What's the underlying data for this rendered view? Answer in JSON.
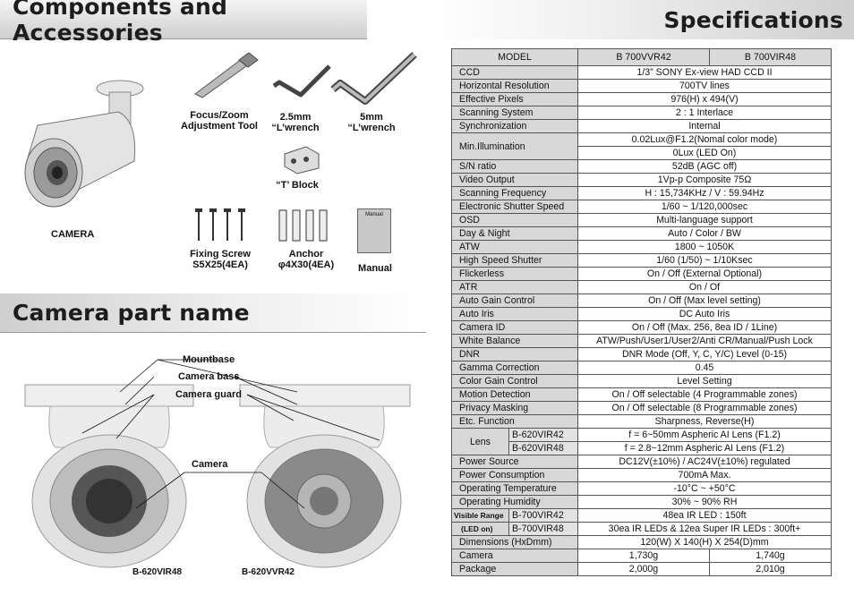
{
  "headers": {
    "components": "Components and Accessories",
    "specifications": "Specifications",
    "part_name": "Camera part name"
  },
  "components": {
    "camera": "CAMERA",
    "focus_tool": [
      "Focus/Zoom",
      "Adjustment Tool"
    ],
    "wrench25": [
      "2.5mm",
      "“L’wrench"
    ],
    "wrench5": [
      "5mm",
      "“L’wrench"
    ],
    "t_block": "“T’ Block",
    "fixing_screw": [
      "Fixing Screw",
      "S5X25(4EA)"
    ],
    "anchor": [
      "Anchor",
      "φ4X30(4EA)"
    ],
    "manual": "Manual",
    "manual_cover": "Manual"
  },
  "parts": {
    "mountbase": "Mountbase",
    "camera_bass": "Camera bass",
    "camera_guard": "Camera guard",
    "camera": "Camera",
    "model_left": "B-620VIR48",
    "model_right": "B-620VVR42"
  },
  "spec": {
    "model_label": "MODEL",
    "model_a": "B   700VVR42",
    "model_b": "B   700VIR48",
    "rows": [
      [
        "CCD",
        "1/3” SONY Ex-view HAD CCD II"
      ],
      [
        "Horizontal Resolution",
        "700TV lines"
      ],
      [
        "Effective Pixels",
        "976(H) x 494(V)"
      ],
      [
        "Scanning System",
        "2 : 1 Interlace"
      ],
      [
        "Synchronization",
        "Internal"
      ]
    ],
    "min_illum": {
      "label": "Min.Illumination",
      "v1": "0.02Lux@F1.2(Nomal color mode)",
      "v2": "0Lux (LED On)"
    },
    "rows2": [
      [
        "S/N ratio",
        "52dB (AGC off)"
      ],
      [
        "Video Output",
        "1Vp-p Composite 75Ω"
      ],
      [
        "Scanning Frequency",
        "H : 15,734KHz / V : 59.94Hz"
      ],
      [
        "Electronic Shutter Speed",
        "1/60 ~ 1/120,000sec"
      ],
      [
        "OSD",
        "Multi-language support"
      ],
      [
        "Day & Night",
        "Auto / Color / BW"
      ],
      [
        "ATW",
        "1800 ~ 1050K"
      ],
      [
        "High Speed Shutter",
        "1/60 (1/50) ~ 1/10Ksec"
      ],
      [
        "Flickerless",
        "On / Off (External Optional)"
      ],
      [
        "ATR",
        "On / Of"
      ],
      [
        "Auto Gain Control",
        "On / Off (Max level setting)"
      ],
      [
        "Auto Iris",
        "DC Auto Iris"
      ],
      [
        "Camera ID",
        "On / Off (Max. 256, 8ea ID / 1Line)"
      ],
      [
        "White Balance",
        "ATW/Push/User1/User2/Anti CR/Manual/Push Lock"
      ],
      [
        "DNR",
        "DNR Mode (Off, Y, C, Y/C) Level (0-15)"
      ],
      [
        "Gamma Correction",
        "0.45"
      ],
      [
        "Color Gain Control",
        "Level Setting"
      ],
      [
        "Motion Detection",
        "On / Off selectable (4 Programmable zones)"
      ],
      [
        "Privacy Masking",
        "On / Off selectable (8 Programmable zones)"
      ],
      [
        "Etc. Function",
        "Sharpness, Reverse(H)"
      ]
    ],
    "lens": {
      "label": "Lens",
      "m1": "B-620VIR42",
      "v1": "f = 6~50mm Aspheric AI Lens (F1.2)",
      "m2": "B-620VIR48",
      "v2": "f = 2.8~12mm Aspheric AI Lens (F1.2)"
    },
    "rows3": [
      [
        "Power Source",
        "DC12V(±10%) / AC24V(±10%) regulated"
      ],
      [
        "Power Consumption",
        "700mA Max."
      ],
      [
        "Operating Temperature",
        "-10°C ~ +50°C"
      ],
      [
        "Operating Humidity",
        "30% ~ 90% RH"
      ]
    ],
    "visible": {
      "label1": "Visible Range",
      "label2": "(LED on)",
      "m1": "B-700VIR42",
      "v1": "48ea IR LED : 150ft",
      "m2": "B-700VIR48",
      "v2": "30ea IR LEDs & 12ea Super IR LEDs : 300ft+"
    },
    "dimensions": {
      "label": "Dimensions (HxDmm)",
      "value": "120(W) X 140(H) X 254(D)mm"
    },
    "camera_w": {
      "label": "Camera",
      "a": "1,730g",
      "b": "1,740g"
    },
    "package_w": {
      "label": "Package",
      "a": "2,000g",
      "b": "2,010g"
    }
  }
}
